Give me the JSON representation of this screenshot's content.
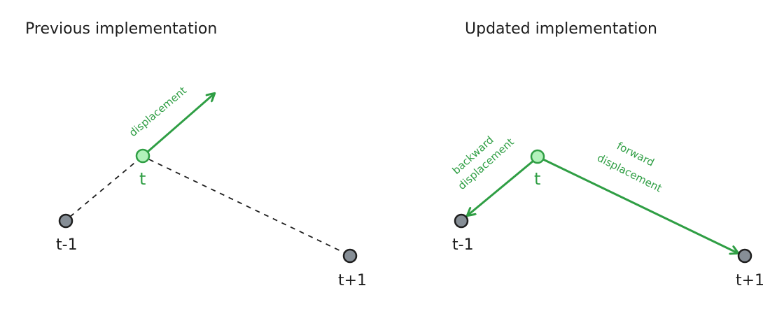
{
  "colors": {
    "green_stroke": "#2f9e44",
    "green_fill": "#b2f2bb",
    "gray_fill": "#868e96",
    "ink": "#1e1e1e",
    "background": "#ffffff"
  },
  "panels": [
    {
      "title": "Previous implementation",
      "nodes": {
        "prev": "t-1",
        "current": "t",
        "next": "t+1"
      },
      "arrows": [
        {
          "label": "displacement"
        }
      ],
      "connectors": "dashed lines from t-1 to t and from t to t+1"
    },
    {
      "title": "Updated implementation",
      "nodes": {
        "prev": "t-1",
        "current": "t",
        "next": "t+1"
      },
      "arrows": [
        {
          "label_line1": "backward",
          "label_line2": "displacement"
        },
        {
          "label_line1": "forward",
          "label_line2": "displacement"
        }
      ]
    }
  ]
}
